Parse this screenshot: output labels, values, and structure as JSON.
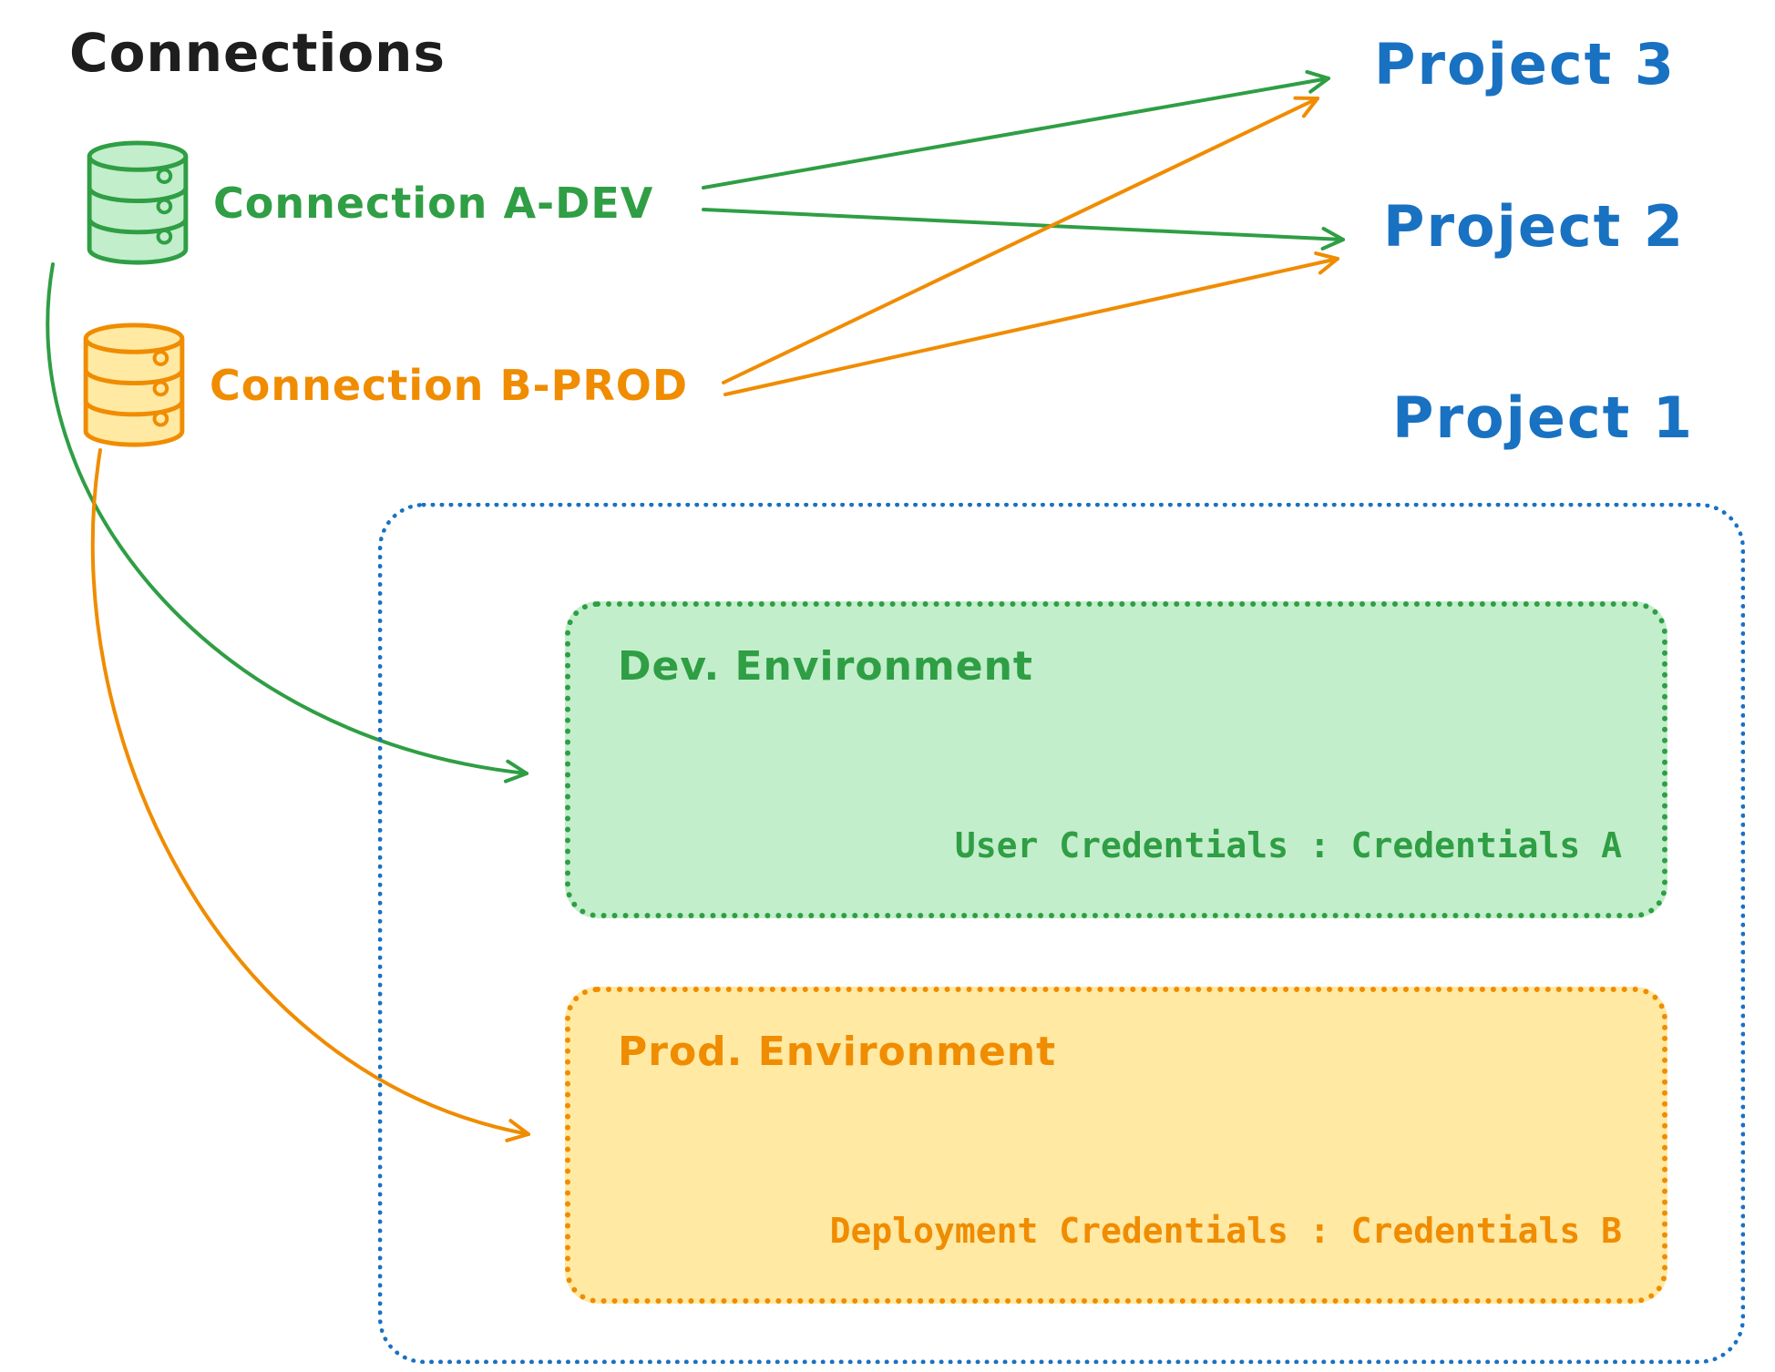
{
  "title": "Connections",
  "connections": {
    "dev": {
      "label": "Connection A-DEV",
      "icon": "database-icon"
    },
    "prod": {
      "label": "Connection B-PROD",
      "icon": "database-icon"
    }
  },
  "projects": {
    "p3": "Project 3",
    "p2": "Project 2",
    "p1": "Project 1"
  },
  "project1": {
    "dev_env": {
      "title": "Dev. Environment",
      "credentials": "User Credentials : Credentials A"
    },
    "prod_env": {
      "title": "Prod. Environment",
      "credentials": "Deployment Credentials : Credentials B"
    }
  },
  "edges": [
    {
      "from": "Connection A-DEV",
      "to": "Project 3",
      "color": "green"
    },
    {
      "from": "Connection A-DEV",
      "to": "Project 2",
      "color": "green"
    },
    {
      "from": "Connection B-PROD",
      "to": "Project 3",
      "color": "orange"
    },
    {
      "from": "Connection B-PROD",
      "to": "Project 2",
      "color": "orange"
    },
    {
      "from": "Connection A-DEV",
      "to": "Dev. Environment",
      "color": "green"
    },
    {
      "from": "Connection B-PROD",
      "to": "Prod. Environment",
      "color": "orange"
    }
  ],
  "colors": {
    "ink": "#1e1e1e",
    "green": "#2f9e44",
    "green-fill": "#c2eecb",
    "orange": "#f08c00",
    "orange-fill": "#ffe9a3",
    "blue": "#1971c2",
    "bg": "#ffffff"
  }
}
